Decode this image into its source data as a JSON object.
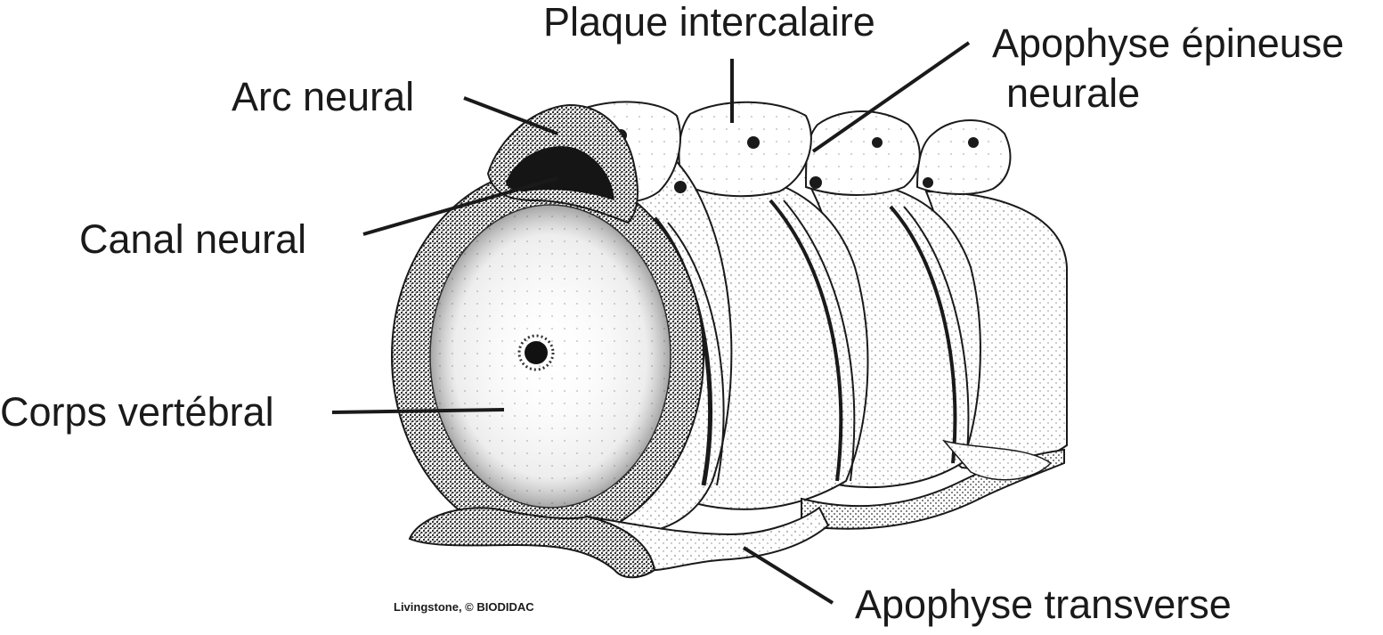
{
  "labels": {
    "plaque": "Plaque intercalaire",
    "apophyse_epineuse_line1": "Apophyse épineuse",
    "apophyse_epineuse_line2": "neurale",
    "arc_neural": "Arc neural",
    "canal_neural": "Canal neural",
    "corps_vertebral": "Corps vertébral",
    "apophyse_transverse": "Apophyse transverse"
  },
  "credit": "Livingstone, © BIODIDAC",
  "colors": {
    "ink": "#1a1a1a",
    "stipple_dark": "#3a3a3a",
    "stipple_light": "#bdbdbd",
    "paper": "#ffffff"
  }
}
